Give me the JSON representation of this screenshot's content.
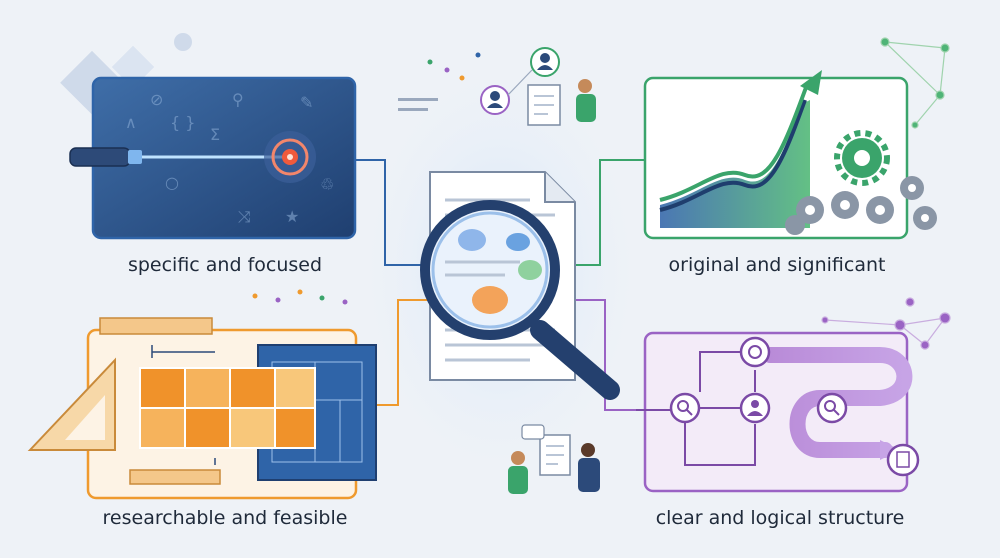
{
  "captions": {
    "top_left": "specific and focused",
    "top_right": "original and significant",
    "bottom_left": "researchable and feasible",
    "bottom_right": "clear and logical structure"
  },
  "colors": {
    "background": "#eef2f7",
    "blue": "#2f64a8",
    "green": "#3aa46b",
    "orange": "#ef9a2e",
    "purple": "#9a63c4",
    "navy": "#2c4a7a"
  },
  "icons": {
    "center": [
      "document-icon",
      "magnifying-glass-icon"
    ],
    "top_left": [
      "laser-pointer-icon",
      "target-icon",
      "search-icon",
      "sigma-icon",
      "shuffle-icon",
      "star-icon"
    ],
    "top_right": [
      "growth-chart-icon",
      "gear-icon"
    ],
    "bottom_left": [
      "ruler-icon",
      "set-square-icon",
      "puzzle-icon",
      "blueprint-icon"
    ],
    "bottom_right": [
      "target-icon",
      "user-icon",
      "search-icon",
      "document-icon",
      "flow-arrow-icon"
    ],
    "people": [
      "collaborators-icon",
      "presenter-icon"
    ]
  }
}
